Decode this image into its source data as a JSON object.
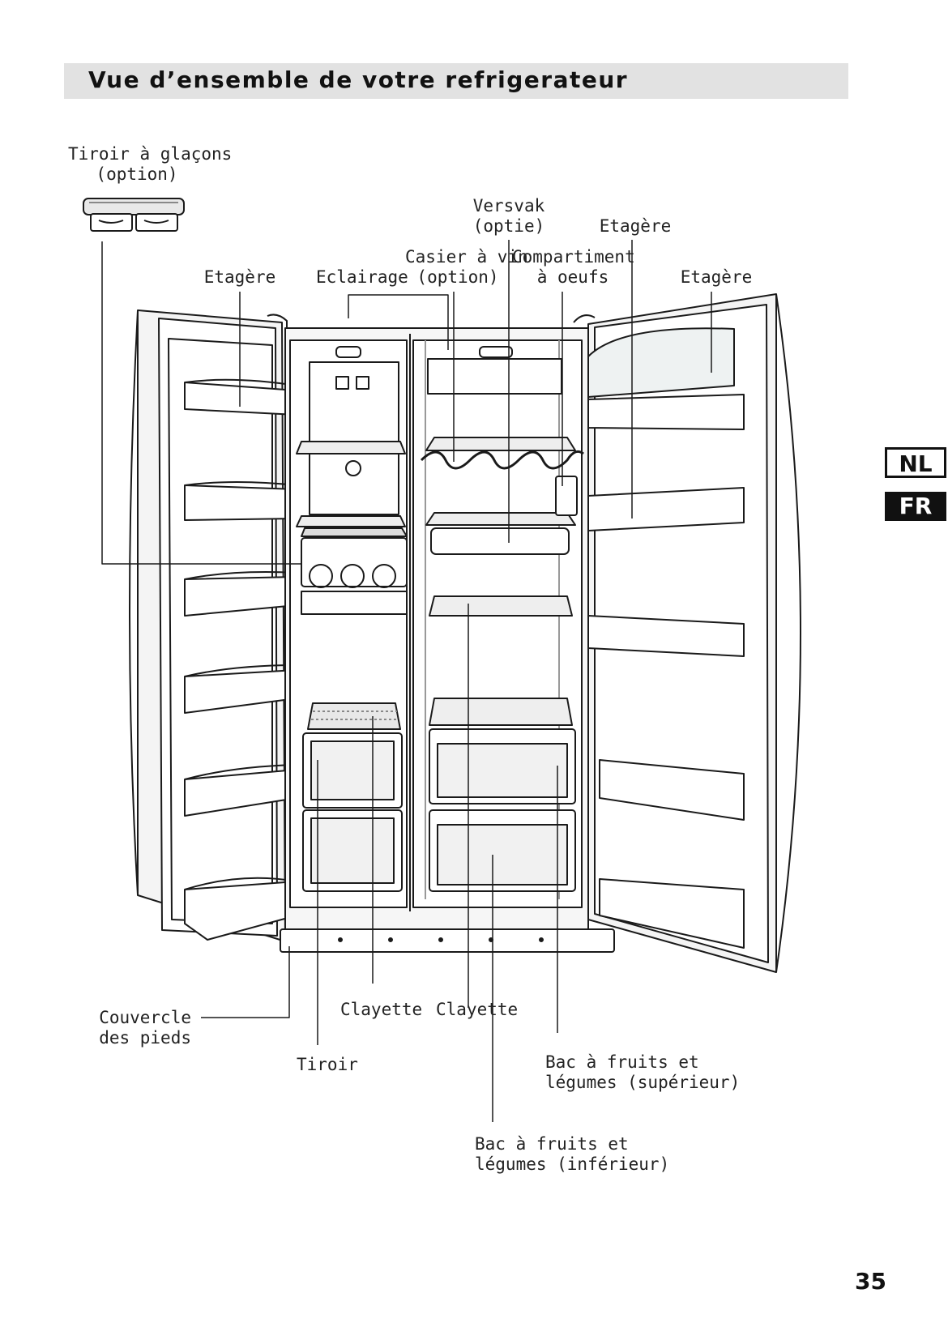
{
  "title": "Vue d’ensemble de votre refrigerateur",
  "labels": {
    "ice_tray": [
      "Tiroir à glaçons",
      "(option)"
    ],
    "shelf_left": "Etagère",
    "lighting": "Eclairage",
    "wine_rack": [
      "Casier à vin",
      "(option)"
    ],
    "fresh_compartment": [
      "Versvak",
      "(optie)"
    ],
    "egg_compartment": [
      "Compartiment",
      "à oeufs"
    ],
    "shelf_mid": "Etagère",
    "shelf_right": "Etagère",
    "foot_cover": [
      "Couvercle",
      "des pieds"
    ],
    "drawer": "Tiroir",
    "rack_freezer": "Clayette",
    "rack_fridge": "Clayette",
    "crisper_upper": [
      "Bac à fruits et",
      "légumes (supérieur)"
    ],
    "crisper_lower": [
      "Bac à fruits et",
      "légumes (inférieur)"
    ]
  },
  "language_tabs": [
    "NL",
    "FR"
  ],
  "page_number": "35"
}
